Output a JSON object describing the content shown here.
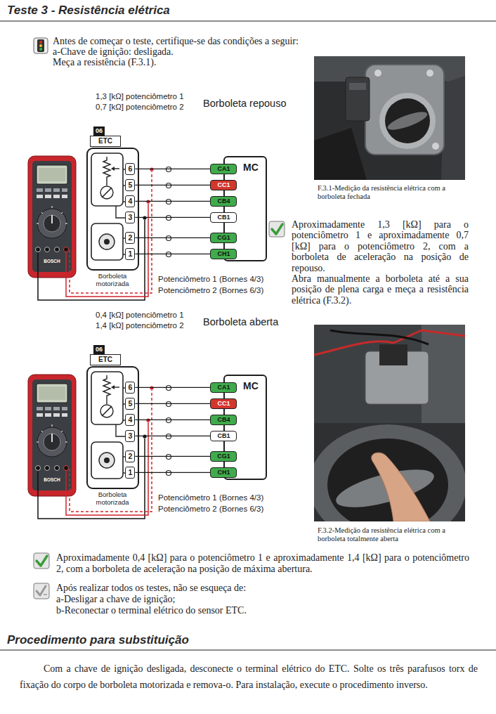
{
  "diagram": {
    "title": "Teste 3 - Resistência elétrica",
    "nodes": [
      {
        "text": [
          "06",
          "ETC",
          "Borboleta motorizada"
        ]
      },
      {
        "text": [
          "6"
        ],
        "in": 0
      },
      {
        "text": [
          "5"
        ],
        "in": 0
      },
      {
        "text": [
          "4"
        ],
        "in": 0
      },
      {
        "text": [
          "3"
        ],
        "in": 0
      },
      {
        "text": [
          "2"
        ],
        "in": 0
      },
      {
        "text": [
          "1"
        ],
        "in": 0
      },
      {
        "text": [
          "MC"
        ]
      },
      {
        "text": [
          "CA1"
        ],
        "in": 7
      },
      {
        "text": [
          "CC1"
        ],
        "in": 7
      },
      {
        "text": [
          "CB4"
        ],
        "in": 7
      },
      {
        "text": [
          "CB1"
        ],
        "in": 7
      },
      {
        "text": [
          "CG1"
        ],
        "in": 7
      },
      {
        "text": [
          "CH1"
        ],
        "in": 7
      },
      {
        "text": [
          "06",
          "ETC",
          "Borboleta motorizada"
        ]
      },
      {
        "text": [
          "6"
        ],
        "in": 14
      },
      {
        "text": [
          "5"
        ],
        "in": 14
      },
      {
        "text": [
          "4"
        ],
        "in": 14
      },
      {
        "text": [
          "3"
        ],
        "in": 14
      },
      {
        "text": [
          "2"
        ],
        "in": 14
      },
      {
        "text": [
          "1"
        ],
        "in": 14
      },
      {
        "text": [
          "MC"
        ]
      },
      {
        "text": [
          "CA1"
        ],
        "in": 21
      },
      {
        "text": [
          "CC1"
        ],
        "in": 21
      },
      {
        "text": [
          "CB4"
        ],
        "in": 21
      },
      {
        "text": [
          "CB1"
        ],
        "in": 21
      },
      {
        "text": [
          "CG1"
        ],
        "in": 21
      },
      {
        "text": [
          "CH1"
        ],
        "in": 21
      }
    ],
    "edges": [
      {
        "from": 1,
        "to": 8,
        "arrow": "none"
      },
      {
        "from": 2,
        "to": 9,
        "arrow": "none"
      },
      {
        "from": 3,
        "to": 10,
        "arrow": "none"
      },
      {
        "from": 4,
        "to": 11,
        "arrow": "none"
      },
      {
        "from": 5,
        "to": 12,
        "arrow": "none"
      },
      {
        "from": 6,
        "to": 13,
        "arrow": "none"
      },
      {
        "from": 15,
        "to": 22,
        "arrow": "none"
      },
      {
        "from": 16,
        "to": 23,
        "arrow": "none"
      },
      {
        "from": 17,
        "to": 24,
        "arrow": "none"
      },
      {
        "from": 18,
        "to": 25,
        "arrow": "none"
      },
      {
        "from": 19,
        "to": 26,
        "arrow": "none"
      },
      {
        "from": 20,
        "to": 27,
        "arrow": "none"
      }
    ],
    "labels": [
      "Antes de começar o teste, certifique-se das condições a seguir:",
      "a-Chave de ignição: desligada.",
      "Meça a resistência (F.3.1).",
      "1,3 [kΩ] potenciômetro 1",
      "0,7 [kΩ] potenciômetro 2",
      "Borboleta repouso",
      "BOSCH",
      "Potenciômetro 1 (Bornes 4/3)",
      "Potenciômetro 2 (Bornes 6/3)",
      "F.3.1-Medição da resistência elétrica com a borboleta fechada",
      "Aproximadamente 1,3 [kΩ] para o potenciômetro 1 e aproximadamente 0,7 [kΩ] para o potenciômetro 2, com a borboleta de aceleração na posição de repouso.",
      "Abra manualmente a borboleta até a sua posição de plena carga e meça a resistência elétrica (F.3.2).",
      "0,4 [kΩ] potenciômetro 1",
      "1,4 [kΩ] potenciômetro 2",
      "Borboleta aberta",
      "BOSCH",
      "Potenciômetro 1 (Bornes 4/3)",
      "Potenciômetro 2 (Bornes 6/3)",
      "F.3.2-Medição da resistência elétrica com a borboleta totalmente aberta",
      "Aproximadamente 0,4 [kΩ] para o potenciômetro 1 e aproximadamente 1,4 [kΩ] para o potenciômetro 2, com a borboleta de aceleração na posição de máxima abertura.",
      "Após realizar todos os testes, não se esqueça de:",
      "a-Desligar a chave de ignição;",
      "b-Reconectar o terminal elétrico do sensor ETC.",
      "Procedimento para substituição",
      "Com a chave de ignição desligada, desconecte o terminal elétrico do ETC. Solte os três parafusos torx de fixação do corpo de borboleta motorizada e remova-o. Para instalação, execute o procedimento inverso."
    ]
  }
}
